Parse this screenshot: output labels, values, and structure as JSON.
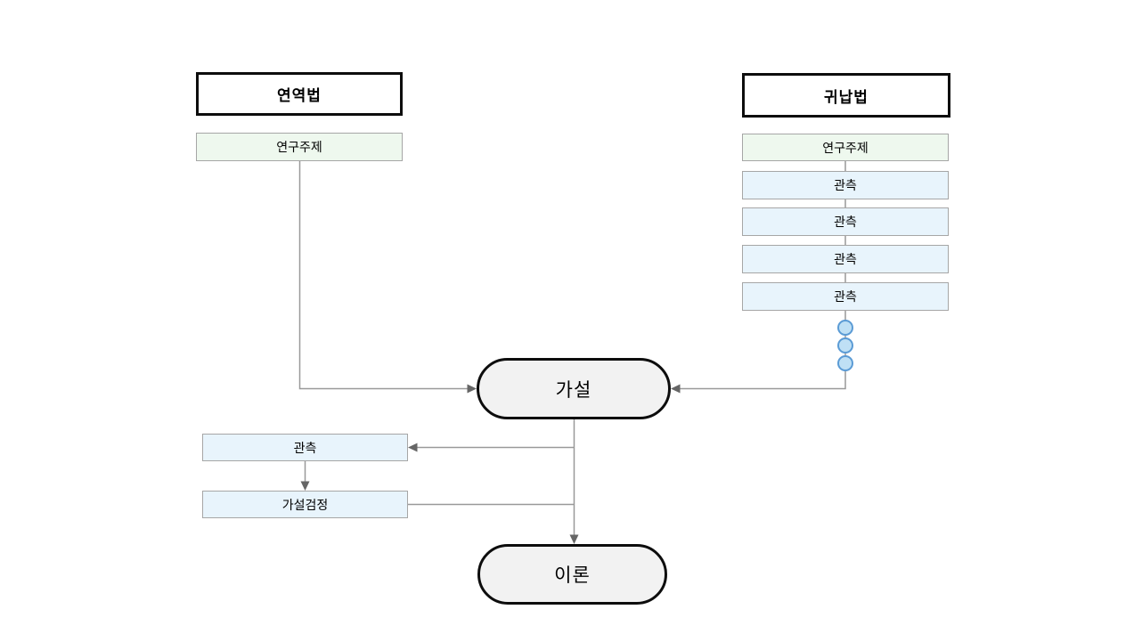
{
  "diagram": {
    "left_column": {
      "header": "연역법",
      "topic": "연구주제"
    },
    "right_column": {
      "header": "귀납법",
      "topic": "연구주제",
      "observations": [
        "관측",
        "관측",
        "관측",
        "관측"
      ]
    },
    "center": {
      "hypothesis": "가설",
      "theory": "이론"
    },
    "bottom_left": {
      "observation": "관측",
      "hypothesis_test": "가설검정"
    },
    "colors": {
      "background": "#ffffff",
      "header_fill": "#ffffff",
      "header_border": "#0d0d0d",
      "green_fill": "#eef8ee",
      "blue_fill": "#e8f4fc",
      "box_border": "#a6a6a6",
      "oval_fill": "#f2f2f2",
      "oval_border": "#0d0d0d",
      "connector": "#999999",
      "arrow": "#666666",
      "circle_fill": "#bfe0f5",
      "circle_border": "#5b9bd5"
    }
  }
}
